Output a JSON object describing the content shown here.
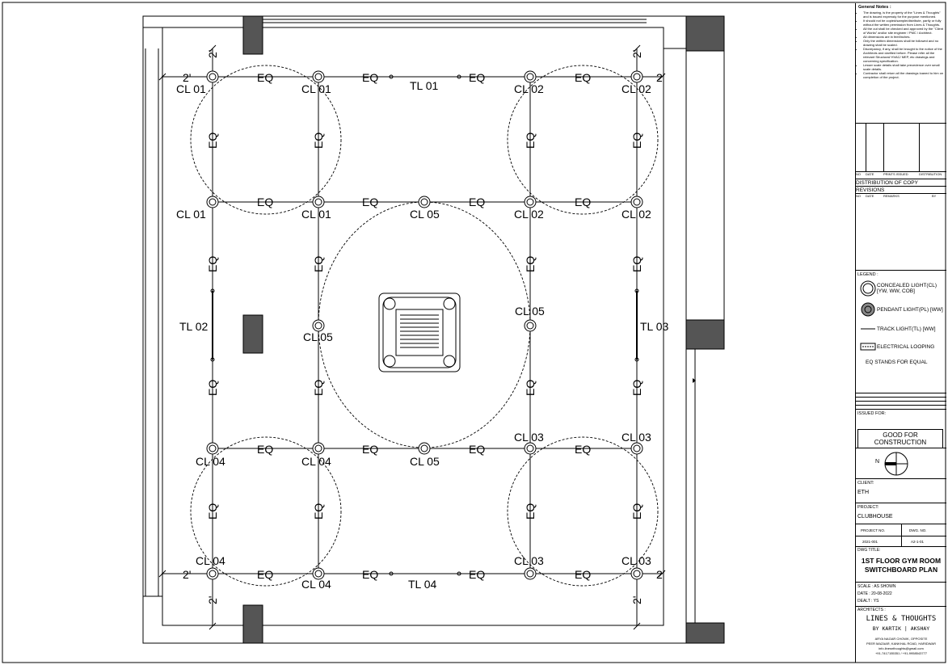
{
  "plan": {
    "eq": "EQ",
    "dim_2ft": "2'",
    "lights": {
      "cl01": "CL 01",
      "cl02": "CL 02",
      "cl03": "CL 03",
      "cl04": "CL 04",
      "cl05": "CL 05",
      "tl01": "TL 01",
      "tl02": "TL 02",
      "tl03": "TL 03",
      "tl04": "TL 04"
    }
  },
  "title_block": {
    "general_notes_title": "General Notes :",
    "general_notes": [
      "The drawing, is the property of the \"Lines & Thoughts\" and is issued expressly for the purpose mentioned.",
      "It should not be copied/sample/distribute, partly or fully without the written permission from Lines & Thoughts.",
      "All the out shall be checked and approved by the \"Client of Works\" and/or site engineer / PMC / Architect.",
      "All dimensions are in feet/inches.",
      "Only the written dimensions shall be followed and no drawing shall be scaled.",
      "Discrepancy, if any, shall be brought to the notice of the Architects and clarified before. Please refer all the relevant Structural/ HVAC/ MEP, etc drawings and concerning specification.",
      "Lesser scale details shall take precedence over small scale details.",
      "Contractor shall return all the drawings loaned to him on completion of the project."
    ],
    "distribution_header": [
      "NO",
      "DATE",
      "PRINTS ISSUED",
      "DISTRIBUTION"
    ],
    "distribution_title": "DISTRIBUTION OF COPY",
    "revisions_title": "REVISIONS",
    "revisions_header": [
      "NO",
      "DATE",
      "REMARKS",
      "BY"
    ],
    "legend_title": "LEGEND :",
    "legend": [
      {
        "icon": "concealed-light-icon",
        "label": "CONCEALED LIGHT(CL) [YW, WW, COB]"
      },
      {
        "icon": "pendant-light-icon",
        "label": "PENDANT LIGHT(PL) [WW]"
      },
      {
        "icon": "track-light-icon",
        "label": "TRACK LIGHT(TL) [WW]"
      },
      {
        "icon": "electrical-looping-icon",
        "label": "ELECTRICAL LOOPING"
      }
    ],
    "eq_note": "EQ STANDS FOR EQUAL",
    "issued_for_title": "ISSUED FOR:",
    "issued_for": "GOOD FOR CONSTRUCTION",
    "north": "N",
    "client_title": "CLIENT:",
    "client": "ETH",
    "project_title": "PROJECT:",
    "project": "CLUBHOUSE",
    "project_no_title": "PROJECT NO.",
    "project_no": "2021-001",
    "dwg_no_title": "DWG. NO.",
    "dwg_no": "A2-1-01",
    "dwg_title_title": "DWG TITLE:",
    "dwg_title_line1": "1ST FLOOR GYM ROOM",
    "dwg_title_line2": "SWITCHBOARD PLAN",
    "scale": "SCALE : AS SHOWN",
    "date": "DATE : 20-08-2022",
    "dealt": "DEALT : YS",
    "architects_title": "ARCHITECTS :",
    "firm": "LINES & THOUGHTS",
    "firm_sub": "BY KARTIK | AKSHAY",
    "address1": "ARYA NAGAR CHOWK, OPPOSITE",
    "address2": "PEER MAZAAR, KANKHAL ROAD, HARIDWAR",
    "email": "info.linesnthoughts@gmail.com",
    "phone": "+91-7417155351 / +91-9958543777"
  }
}
